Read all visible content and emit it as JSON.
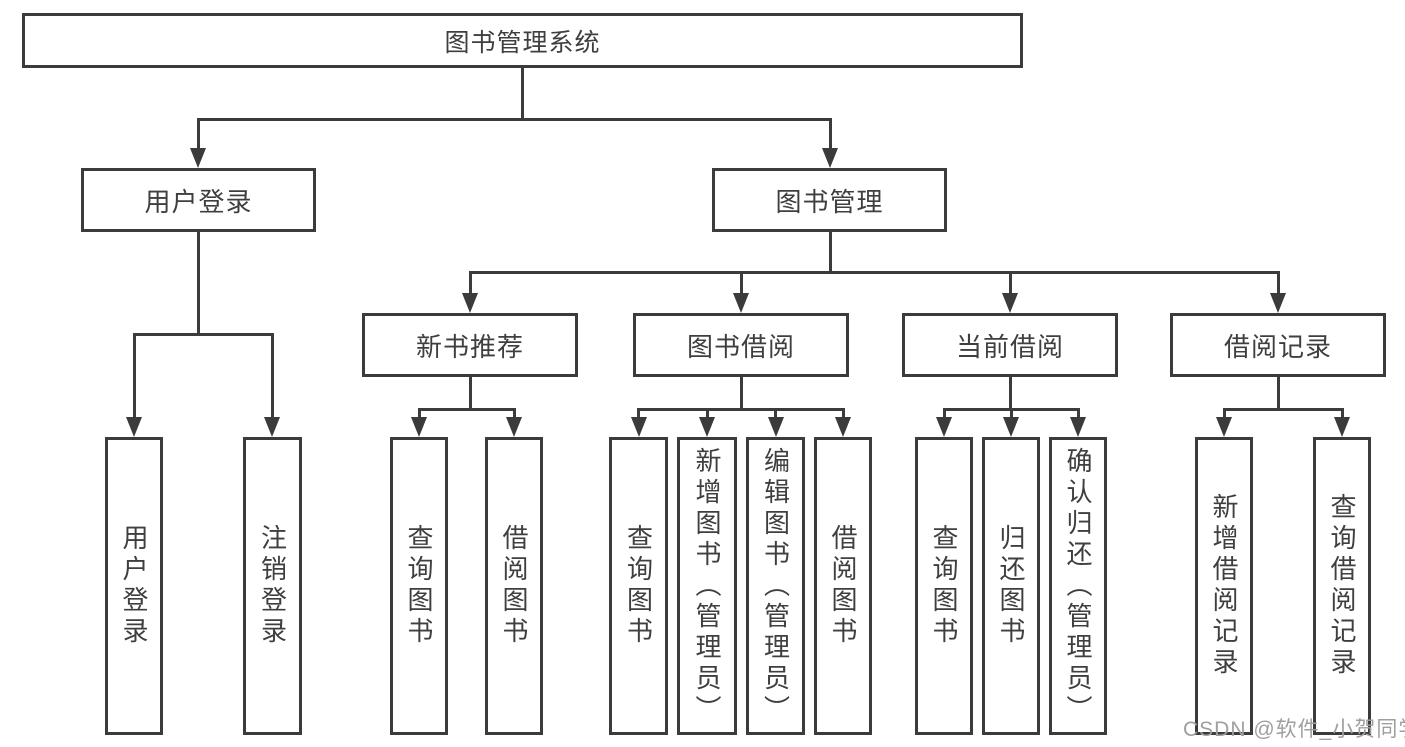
{
  "diagram": {
    "type": "tree",
    "nodes": [
      {
        "id": "root",
        "label": "图书管理系统",
        "parent": null
      },
      {
        "id": "user-login",
        "label": "用户登录",
        "parent": "root"
      },
      {
        "id": "book-management",
        "label": "图书管理",
        "parent": "root"
      },
      {
        "id": "new-book-recommend",
        "label": "新书推荐",
        "parent": "book-management"
      },
      {
        "id": "book-borrowing",
        "label": "图书借阅",
        "parent": "book-management"
      },
      {
        "id": "current-borrowing",
        "label": "当前借阅",
        "parent": "book-management"
      },
      {
        "id": "borrowing-records",
        "label": "借阅记录",
        "parent": "book-management"
      },
      {
        "id": "leaf-user-login",
        "label": "用户登录",
        "parent": "user-login"
      },
      {
        "id": "leaf-logout",
        "label": "注销登录",
        "parent": "user-login"
      },
      {
        "id": "leaf-query-books-recommend",
        "label": "查询图书",
        "parent": "new-book-recommend"
      },
      {
        "id": "leaf-borrow-books-recommend",
        "label": "借阅图书",
        "parent": "new-book-recommend"
      },
      {
        "id": "leaf-query-books-borrowing",
        "label": "查询图书",
        "parent": "book-borrowing"
      },
      {
        "id": "leaf-add-books-admin",
        "label": "新增图书（管理员）",
        "parent": "book-borrowing"
      },
      {
        "id": "leaf-edit-books-admin",
        "label": "编辑图书（管理员）",
        "parent": "book-borrowing"
      },
      {
        "id": "leaf-borrow-books-borrowing",
        "label": "借阅图书",
        "parent": "book-borrowing"
      },
      {
        "id": "leaf-query-books-current",
        "label": "查询图书",
        "parent": "current-borrowing"
      },
      {
        "id": "leaf-return-books",
        "label": "归还图书",
        "parent": "current-borrowing"
      },
      {
        "id": "leaf-confirm-return-admin",
        "label": "确认归还（管理员）",
        "parent": "current-borrowing"
      },
      {
        "id": "leaf-add-borrow-record",
        "label": "新增借阅记录",
        "parent": "borrowing-records"
      },
      {
        "id": "leaf-query-borrow-record",
        "label": "查询借阅记录",
        "parent": "borrowing-records"
      }
    ]
  },
  "watermark": {
    "text": "CSDN @软件_小贺同学"
  },
  "colors": {
    "line": "#3b3b3b",
    "text": "#3f3f3f",
    "background": "#ffffff",
    "watermark": "#9f9f9f"
  }
}
